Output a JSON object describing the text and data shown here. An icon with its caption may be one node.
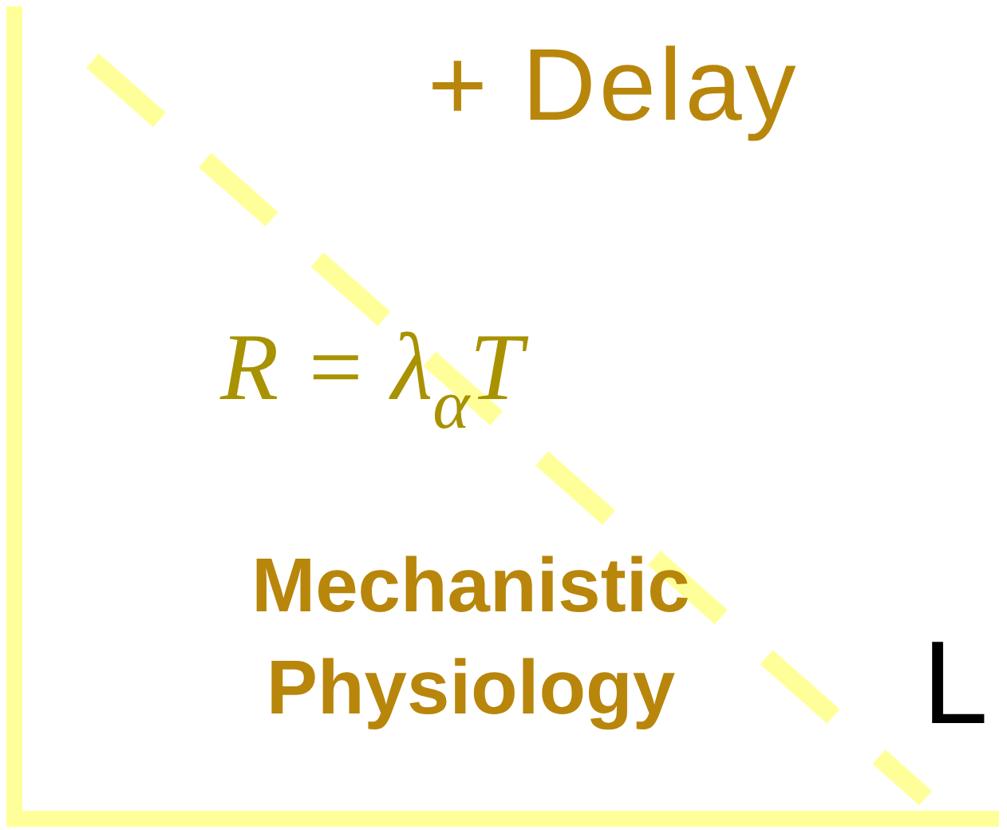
{
  "diagram": {
    "labels": [
      "+ Delay",
      "R = λ$_{α}$T",
      "Mechanistic Physiology",
      "L"
    ]
  }
}
